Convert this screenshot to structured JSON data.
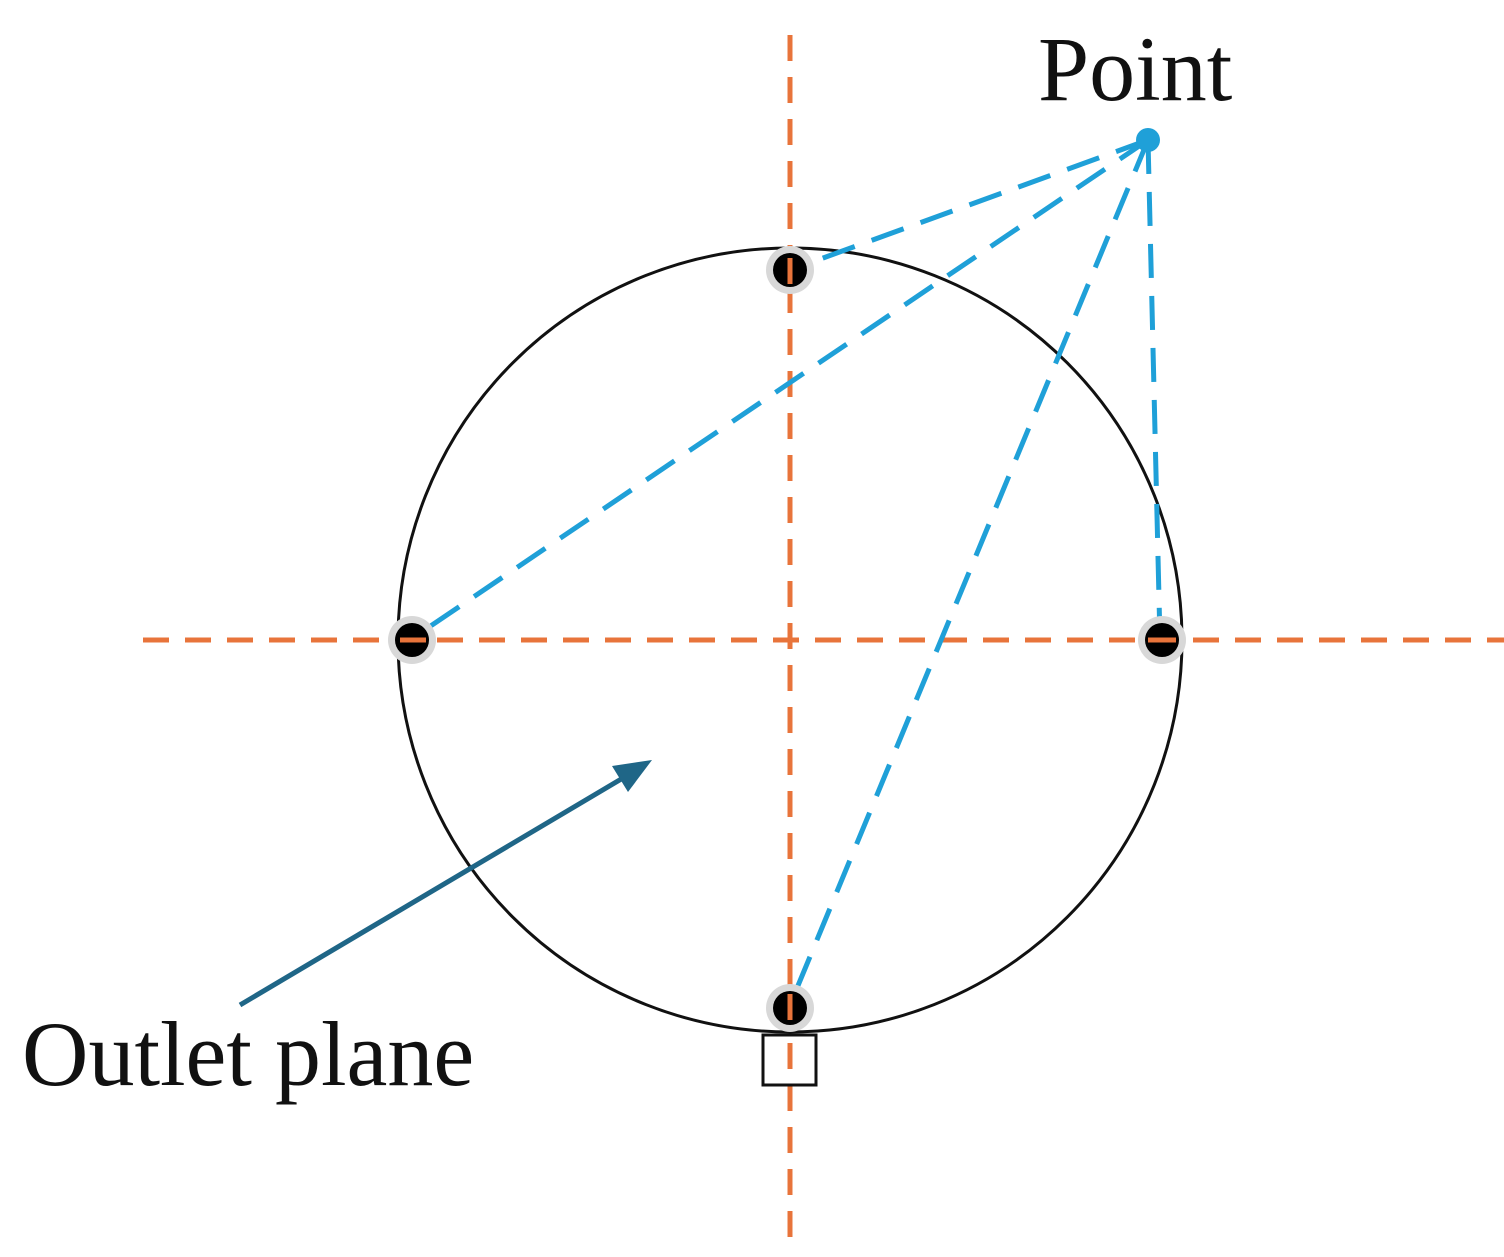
{
  "labels": {
    "point": "Point",
    "outlet_plane": "Outlet plane"
  },
  "colors": {
    "axis": "#E8743B",
    "ray": "#1FA0D8",
    "arrow": "#1F6687",
    "circle": "#111111",
    "marker": "#000000",
    "marker_halo": "#D8D8D8"
  },
  "elements": {
    "outlet_circle": "circle",
    "source_point": "dot",
    "measurement_markers": [
      "top",
      "left",
      "right",
      "bottom"
    ],
    "right_angle_mark": "square"
  }
}
